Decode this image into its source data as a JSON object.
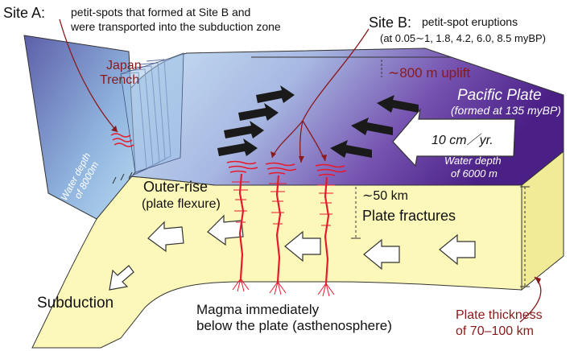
{
  "labels": {
    "site_a_title": "Site A:",
    "site_a_line1": "petit-spots that formed at Site B and",
    "site_a_line2": "were transported into the subduction zone",
    "site_b_title": "Site B:",
    "site_b_line1": "petit-spot eruptions",
    "site_b_line2": "(at 0.05∼1, 1.8, 4.2, 6.0, 8.5 myBP)",
    "japan": "Japan",
    "trench": "Trench",
    "uplift": "∼800 m uplift",
    "pacific_plate": "Pacific Plate",
    "formed_at": "(formed at 135 myBP)",
    "speed": "10 cm／yr.",
    "depth_east_1": "Water depth",
    "depth_east_2": "of 6000 m",
    "depth_west_1": "Water depth",
    "depth_west_2": "of 8000m",
    "outer_rise": "Outer-rise",
    "plate_flexure": "(plate flexure)",
    "fifty_km": "∼50 km",
    "plate_fractures": "Plate fractures",
    "subduction": "Subduction",
    "magma_1": "Magma immediately",
    "magma_2": "below the plate (asthenosphere)",
    "thickness_1": "Plate thickness",
    "thickness_2": "of 70–100 km"
  },
  "colors": {
    "plate_top_start": "#bfe0f2",
    "plate_top_end": "#4a1f86",
    "plate_side": "#fcf8ba",
    "magma": "#e8192c",
    "annotation": "#8a1a1a",
    "arrow_dark": "#1a1a1a"
  }
}
